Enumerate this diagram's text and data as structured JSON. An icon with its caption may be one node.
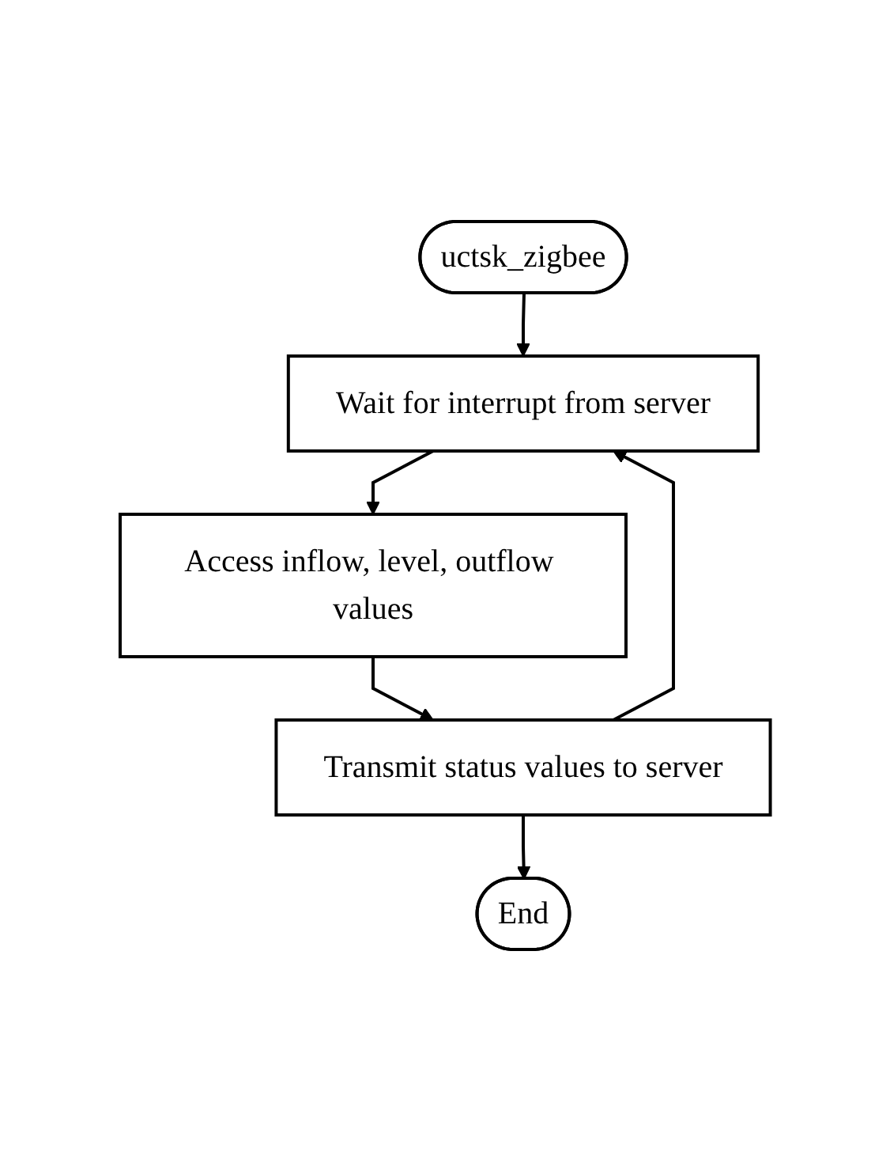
{
  "diagram": {
    "nodes": [
      {
        "text": [
          "uctsk_zigbee"
        ]
      },
      {
        "text": [
          "Wait for interrupt from server"
        ]
      },
      {
        "text": [
          "Access inflow, level, outflow values"
        ]
      },
      {
        "text": [
          "Transmit status values to server"
        ]
      },
      {
        "text": [
          "End"
        ]
      }
    ],
    "edges": [
      {
        "from": 0,
        "to": 1,
        "arrow": "to"
      },
      {
        "from": 1,
        "to": 2,
        "arrow": "to"
      },
      {
        "from": 2,
        "to": 3,
        "arrow": "to"
      },
      {
        "from": 3,
        "to": 1,
        "arrow": "to"
      },
      {
        "from": 3,
        "to": 4,
        "arrow": "to"
      }
    ]
  }
}
